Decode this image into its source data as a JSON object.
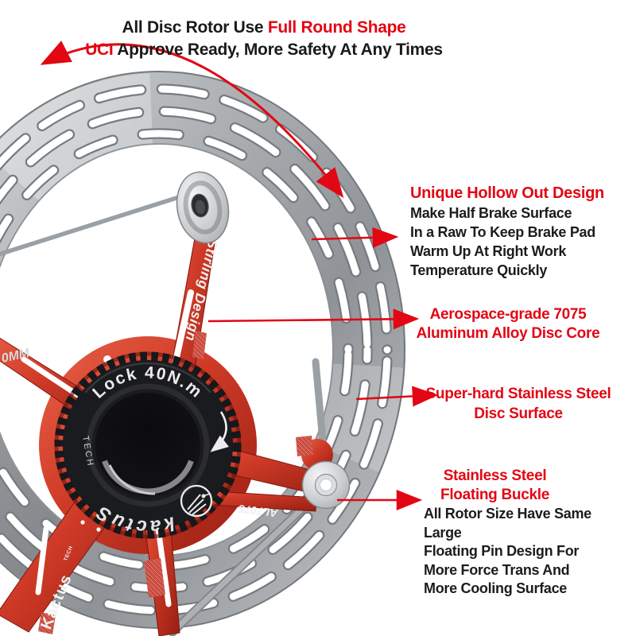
{
  "colors": {
    "accent_red": "#e30613",
    "spider_red": "#c93524",
    "steel_gray": "#a4a8ac",
    "lockring_black": "#1a1b1e"
  },
  "header": {
    "line1_black": "All Disc Rotor Use ",
    "line1_red": "Full Round Shape",
    "line2_red": "UCI",
    "line2_black": " Approve Ready, More Safety At Any Times"
  },
  "callouts": {
    "hollow": {
      "heading": "Unique Hollow Out Design",
      "lines": [
        "Make Half Brake Surface",
        "In a Raw To Keep Brake Pad",
        "Warm Up At Right Work",
        "Temperature Quickly"
      ]
    },
    "core": {
      "lines": [
        "Aerospace-grade 7075",
        "Aluminum Alloy Disc Core"
      ]
    },
    "surface": {
      "lines": [
        "Super-hard Stainless Steel",
        "Disc Surface"
      ]
    },
    "buckle": {
      "heading_lines": [
        "Stainless Steel",
        "Floating Buckle"
      ],
      "lines": [
        "All Rotor Size Have Same Large",
        "Floating Pin Design For",
        "More Force Trans And",
        "More Cooling Surface"
      ]
    }
  },
  "rotor_labels": {
    "torque": "Lock 40N.m",
    "brand_ring": "kactuS",
    "brand_ring_sub": "TECH",
    "arm_design": "Stirling Design",
    "arm_alloy": "AL7075",
    "size_fragment": "0MM",
    "arm_brand": "Kactus",
    "arm_brand_sub": "TECH"
  }
}
